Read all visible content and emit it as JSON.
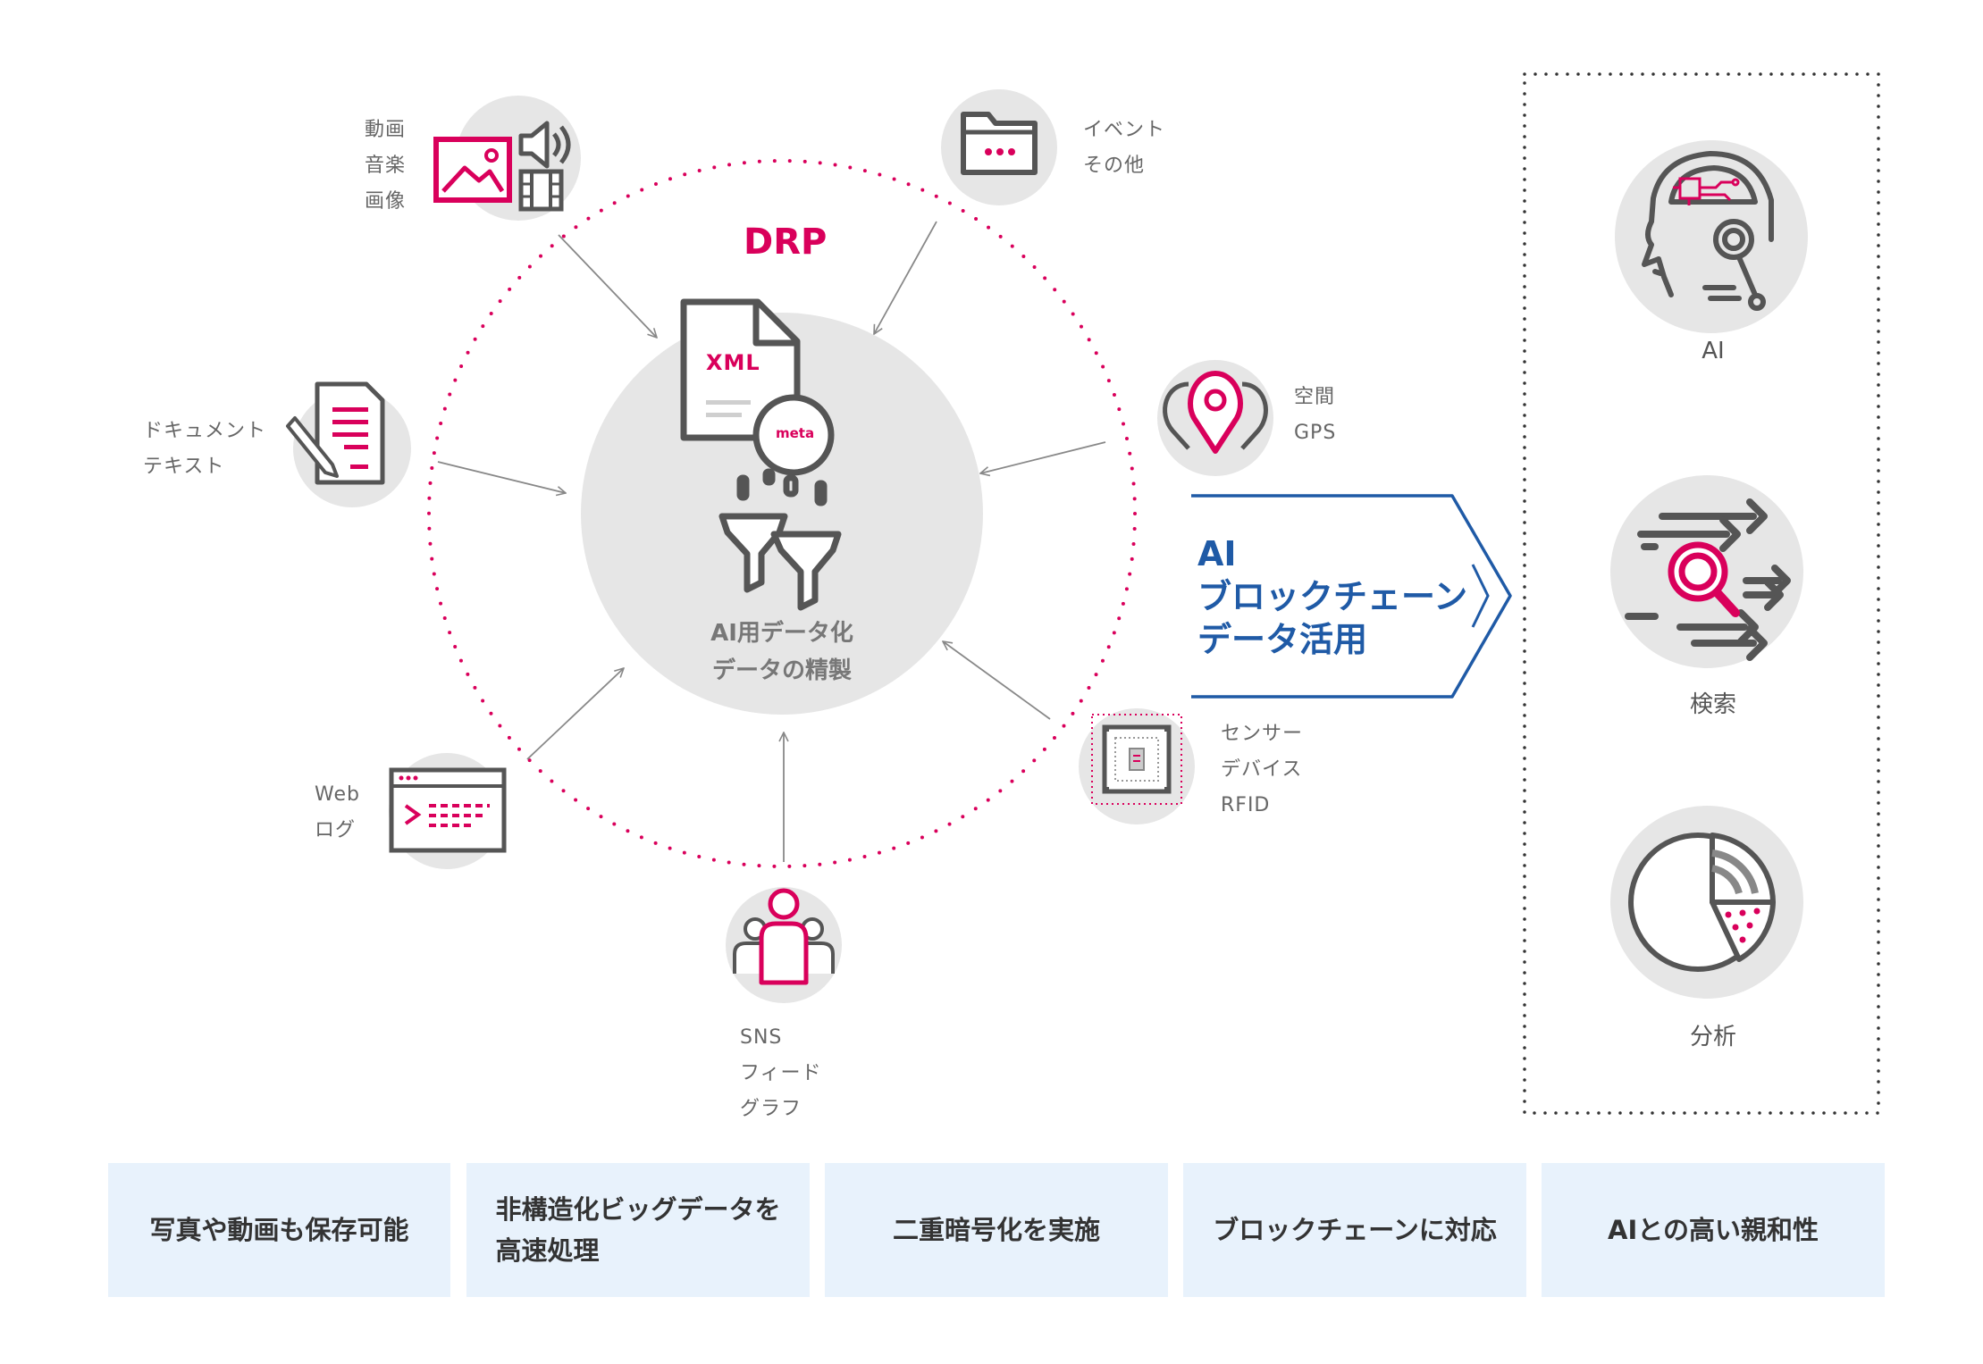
{
  "hub": {
    "title": "DRP",
    "caption": "AI用データ化\nデータの精製",
    "doc_label": "XML",
    "meta_label": "meta"
  },
  "sources": [
    {
      "id": "media",
      "label": "動画\n音楽\n画像"
    },
    {
      "id": "event",
      "label": "イベント\nその他"
    },
    {
      "id": "document",
      "label": "ドキュメント\nテキスト"
    },
    {
      "id": "gps",
      "label": "空間\nGPS"
    },
    {
      "id": "web",
      "label": "Web\nログ"
    },
    {
      "id": "sensor",
      "label": "センサー\nデバイス\nRFID"
    },
    {
      "id": "sns",
      "label": "SNS\nフィード\nグラフ"
    }
  ],
  "output": {
    "title": "AI\nブロックチェーン\nデータ活用"
  },
  "uses": [
    {
      "id": "ai",
      "label": "AI"
    },
    {
      "id": "search",
      "label": "検索"
    },
    {
      "id": "analysis",
      "label": "分析"
    }
  ],
  "features": [
    {
      "label": "写真や動画も保存可能"
    },
    {
      "label": "非構造化ビッグデータを\n高速処理"
    },
    {
      "label": "二重暗号化を実施"
    },
    {
      "label": "ブロックチェーンに対応"
    },
    {
      "label": "AIとの高い親和性"
    }
  ],
  "colors": {
    "accent": "#d9005b",
    "blue": "#1f5aa6",
    "icon_gray": "#555555",
    "circle_bg": "#e6e6e6",
    "feature_bg": "#e8f2fc"
  }
}
